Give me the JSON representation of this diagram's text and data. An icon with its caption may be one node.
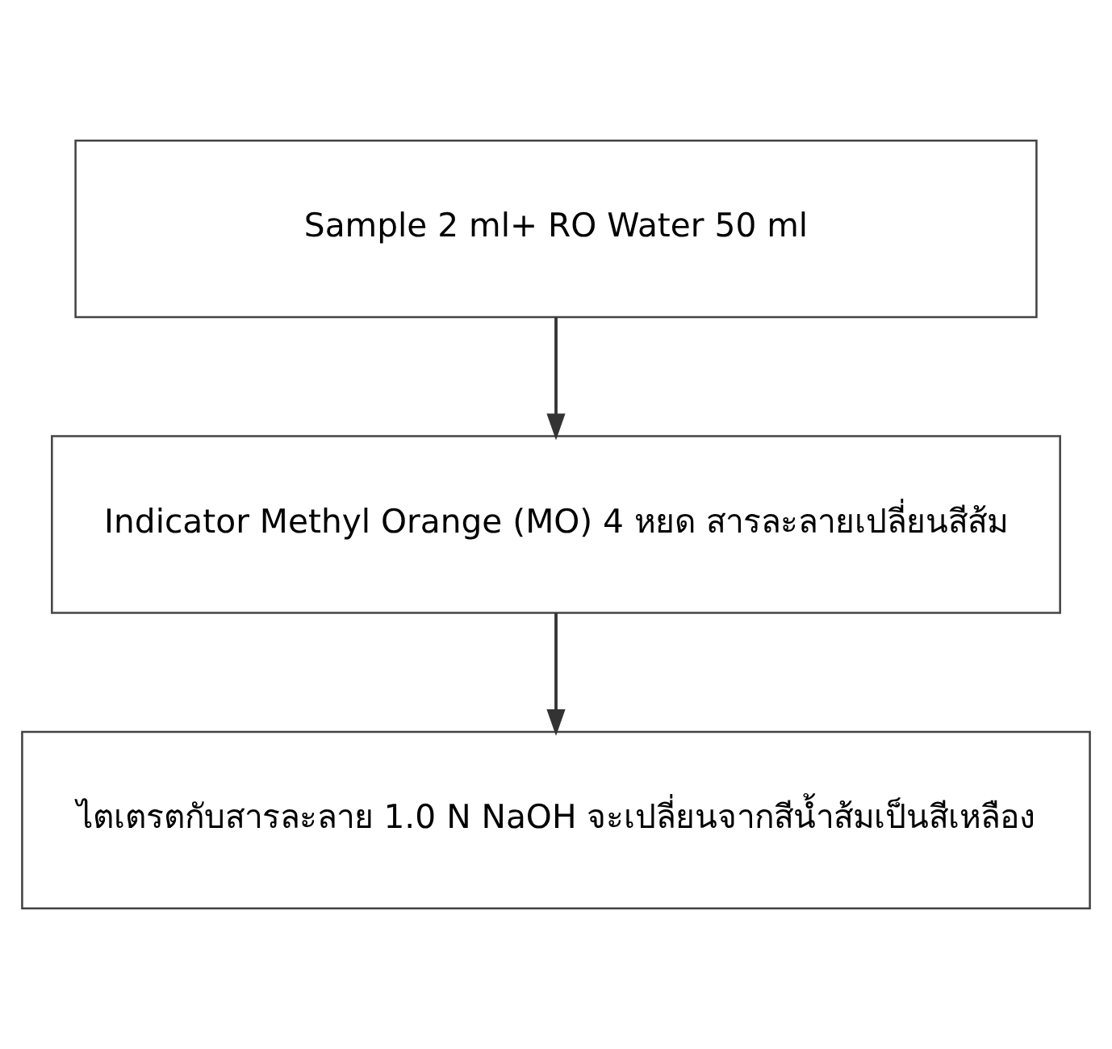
{
  "diagram": {
    "nodes": [
      {
        "text": [
          "Sample 2 ml+ RO Water 50 ml"
        ]
      },
      {
        "text": [
          "Indicator Methyl Orange (MO) 4 หยด สารละลายเปลี่ยนสีส้ม"
        ]
      },
      {
        "text": [
          "ไตเตรตกับสารละลาย 1.0 N NaOH จะเปลี่ยนจากสีน้ำส้มเป็นสีเหลือง"
        ]
      }
    ],
    "edges": [
      {
        "from": 0,
        "to": 1,
        "arrow": "to"
      },
      {
        "from": 1,
        "to": 2,
        "arrow": "to"
      }
    ]
  }
}
